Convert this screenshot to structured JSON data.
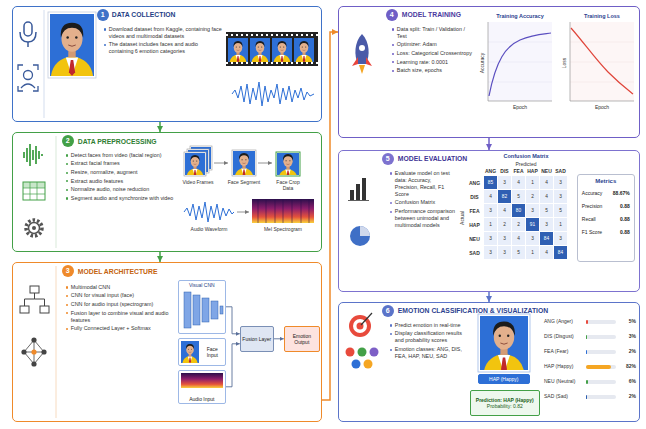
{
  "diagram": {
    "nodes": [
      {
        "text": [
          "DATA COLLECTION",
          "Download dataset from Kaggle, containing face videos and multimodal datasets",
          "The dataset includes faces and audio containing 6 emotion categories"
        ]
      },
      {
        "text": [
          "1"
        ],
        "in": 0
      },
      {
        "text": [
          "DATA PREPROCESSING",
          "Detect faces from video (facial region)",
          "Extract facial frames",
          "Resize, normalize, augment",
          "Extract audio features",
          "Normalize audio, noise reduction",
          "Segment audio and synchronize with video"
        ]
      },
      {
        "text": [
          "2"
        ],
        "in": 2
      },
      {
        "text": [
          "MODEL ARCHITECTURE",
          "Multimodal CNN",
          "CNN for visual input (face)",
          "CNN for audio input (spectrogram)",
          "Fusion layer to combine visual and audio features",
          "Fully Connected Layer + Softmax"
        ]
      },
      {
        "text": [
          "3"
        ],
        "in": 4
      },
      {
        "text": [
          "Visual CNN"
        ],
        "in": 4
      },
      {
        "text": [
          "Face Input"
        ],
        "in": 4
      },
      {
        "text": [
          "Audio Input"
        ],
        "in": 4
      },
      {
        "text": [
          "Fusion Layer"
        ],
        "in": 4
      },
      {
        "text": [
          "Emotion Output"
        ],
        "in": 4
      },
      {
        "text": [
          "MODEL TRAINING",
          "Data split: Train / Validation / Test",
          "Optimizer: Adam",
          "Loss: Categorical Crossentropy",
          "Learning rate: 0.0001",
          "Batch size, epochs"
        ]
      },
      {
        "text": [
          "4"
        ],
        "in": 11
      },
      {
        "text": [
          "MODEL EVALUATION",
          "Evaluate model on test data: Accuracy, Precision, Recall, F1 Score",
          "Confusion Matrix",
          "Performance comparison between unimodal and multimodal models"
        ]
      },
      {
        "text": [
          "5"
        ],
        "in": 13
      },
      {
        "text": [
          "Metrics",
          "Accuracy",
          "88.67%",
          "Precision",
          "0.88",
          "Recall",
          "0.88",
          "F1 Score",
          "0.88"
        ],
        "in": 13
      },
      {
        "text": [
          "EMOTION CLASSIFICATION & VISUALIZATION",
          "Predict emotion in real-time",
          "Display classification results and probability scores",
          "Emotion classes: ANG, DIS, FEA, HAP, NEU, SAD"
        ]
      },
      {
        "text": [
          "6"
        ],
        "in": 16
      },
      {
        "text": [
          "HAP (Happy)"
        ],
        "in": 16
      },
      {
        "text": [
          "Prediction: HAP (Happy)",
          "Probability: 0.82"
        ],
        "in": 16
      }
    ],
    "edges": [
      {
        "from": 0,
        "to": 2,
        "arrow": "to"
      },
      {
        "from": 2,
        "to": 4,
        "arrow": "to"
      },
      {
        "from": 4,
        "to": 11,
        "arrow": "to"
      },
      {
        "from": 11,
        "to": 13,
        "arrow": "to"
      },
      {
        "from": 13,
        "to": 16,
        "arrow": "to"
      },
      {
        "from": 6,
        "to": 9,
        "arrow": "to"
      },
      {
        "from": 8,
        "to": 9,
        "arrow": "to"
      },
      {
        "from": 9,
        "to": 10,
        "arrow": "to"
      }
    ],
    "labels": [
      "Video Frames",
      "Face Segment",
      "Face Crop Data",
      "Audio Waveform",
      "Mel Spectrogram",
      "Training Accuracy",
      "Accuracy",
      "Epoch",
      "Training Loss",
      "Loss",
      "Epoch",
      "Confusion Matrix",
      "Predicted",
      "Actual",
      "ANG",
      "DIS",
      "FEA",
      "HAP",
      "NEU",
      "SAD",
      "ANG",
      "DIS",
      "FEA",
      "HAP",
      "NEU",
      "SAD",
      "85",
      "3",
      "4",
      "1",
      "4",
      "3",
      "4",
      "82",
      "5",
      "2",
      "4",
      "3",
      "3",
      "4",
      "80",
      "3",
      "5",
      "5",
      "1",
      "2",
      "2",
      "91",
      "3",
      "1",
      "3",
      "3",
      "4",
      "3",
      "84",
      "3",
      "3",
      "3",
      "5",
      "1",
      "4",
      "84",
      "ANG (Anger)",
      "5%",
      "DIS (Disgust)",
      "3%",
      "FEA (Fear)",
      "2%",
      "HAP (Happy)",
      "82%",
      "NEU (Neutral)",
      "6%",
      "SAD (Sad)",
      "2%"
    ]
  }
}
